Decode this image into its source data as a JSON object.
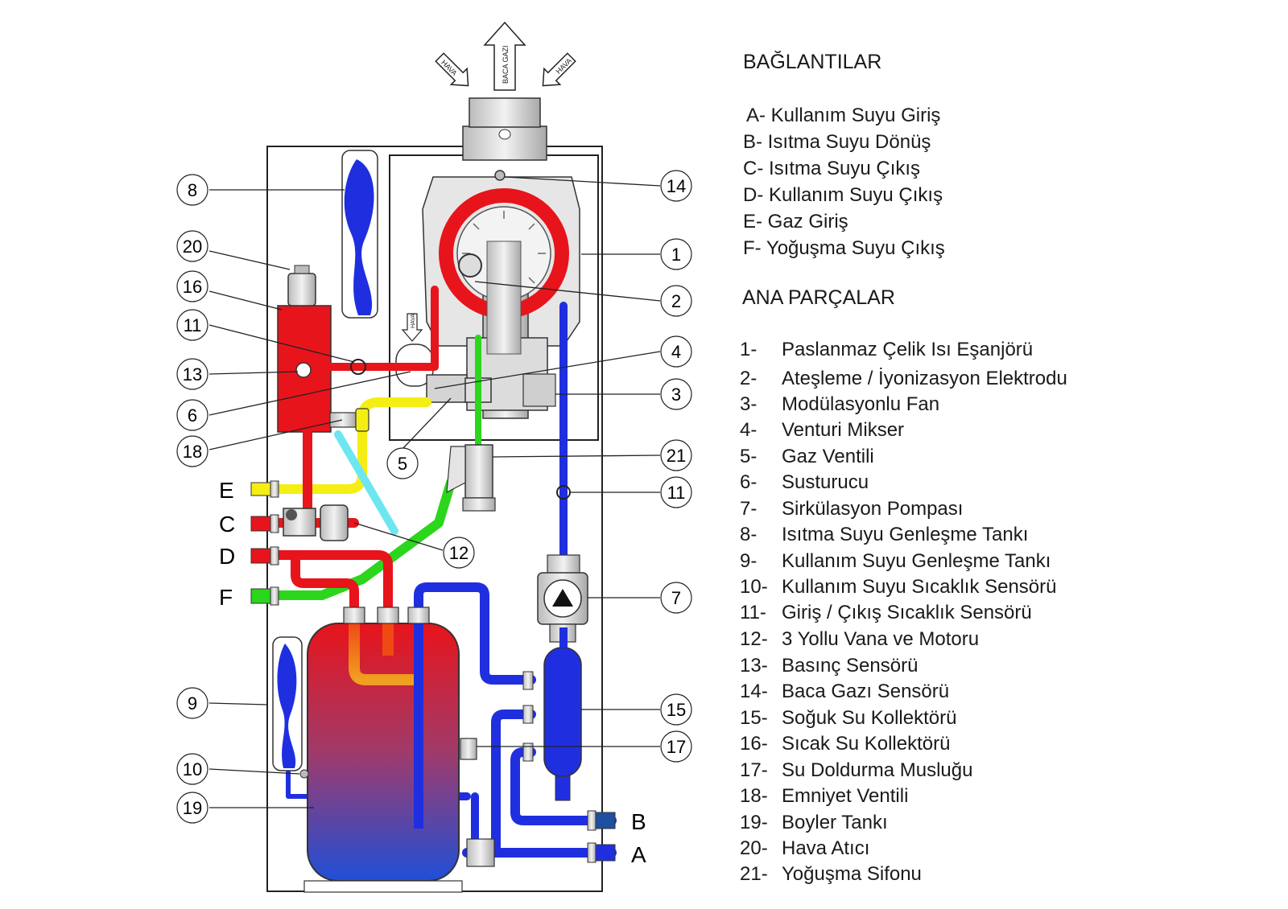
{
  "flow_arrows": {
    "left": "HAVA",
    "center": "BACA GAZI",
    "right": "HAVA",
    "fan_side": "HAVA"
  },
  "connections": {
    "title": "BAĞLANTILAR",
    "items": [
      "A- Kullanım Suyu Giriş",
      "B- Isıtma Suyu Dönüş",
      "C- Isıtma Suyu Çıkış",
      "D- Kullanım Suyu Çıkış",
      "E- Gaz Giriş",
      "F- Yoğuşma Suyu Çıkış"
    ]
  },
  "parts": {
    "title": "ANA PARÇALAR",
    "items": [
      {
        "num": "1-",
        "label": "Paslanmaz Çelik Isı Eşanjörü"
      },
      {
        "num": "2-",
        "label": "Ateşleme / İyonizasyon Elektrodu"
      },
      {
        "num": "3-",
        "label": "Modülasyonlu Fan"
      },
      {
        "num": "4-",
        "label": "Venturi  Mikser"
      },
      {
        "num": "5-",
        "label": "Gaz Ventili"
      },
      {
        "num": "6-",
        "label": "Susturucu"
      },
      {
        "num": "7-",
        "label": "Sirkülasyon Pompası"
      },
      {
        "num": "8-",
        "label": "Isıtma Suyu Genleşme Tankı"
      },
      {
        "num": "9-",
        "label": "Kullanım Suyu Genleşme Tankı"
      },
      {
        "num": "10-",
        "label": "Kullanım Suyu Sıcaklık Sensörü"
      },
      {
        "num": "11-",
        "label": "Giriş / Çıkış Sıcaklık Sensörü"
      },
      {
        "num": "12-",
        "label": "3 Yollu Vana ve Motoru"
      },
      {
        "num": "13-",
        "label": "Basınç Sensörü"
      },
      {
        "num": "14-",
        "label": "Baca Gazı Sensörü"
      },
      {
        "num": "15-",
        "label": "Soğuk Su Kollektörü"
      },
      {
        "num": "16-",
        "label": "Sıcak Su Kollektörü"
      },
      {
        "num": "17-",
        "label": "Su Doldurma Musluğu"
      },
      {
        "num": "18-",
        "label": "Emniyet Ventili"
      },
      {
        "num": "19-",
        "label": "Boyler Tankı"
      },
      {
        "num": "20-",
        "label": "Hava Atıcı"
      },
      {
        "num": "21-",
        "label": "Yoğuşma Sifonu"
      }
    ]
  },
  "callouts": {
    "c8": "8",
    "c20": "20",
    "c16": "16",
    "c11a": "11",
    "c13": "13",
    "c6": "6",
    "c18": "18",
    "c5": "5",
    "c12": "12",
    "c9": "9",
    "c10": "10",
    "c19": "19",
    "c14": "14",
    "c1": "1",
    "c2": "2",
    "c4": "4",
    "c3": "3",
    "c21": "21",
    "c11b": "11",
    "c7": "7",
    "c15": "15",
    "c17": "17"
  },
  "connection_letters": {
    "E": "E",
    "C": "C",
    "D": "D",
    "F": "F",
    "B": "B",
    "A": "A"
  },
  "colors": {
    "hot": "#e8141b",
    "cold": "#1f2fe0",
    "gas": "#f5ee14",
    "condensate": "#2bd61c",
    "safety": "#6ee6f0",
    "outline": "#222222",
    "metal": "#d8d8d8"
  }
}
